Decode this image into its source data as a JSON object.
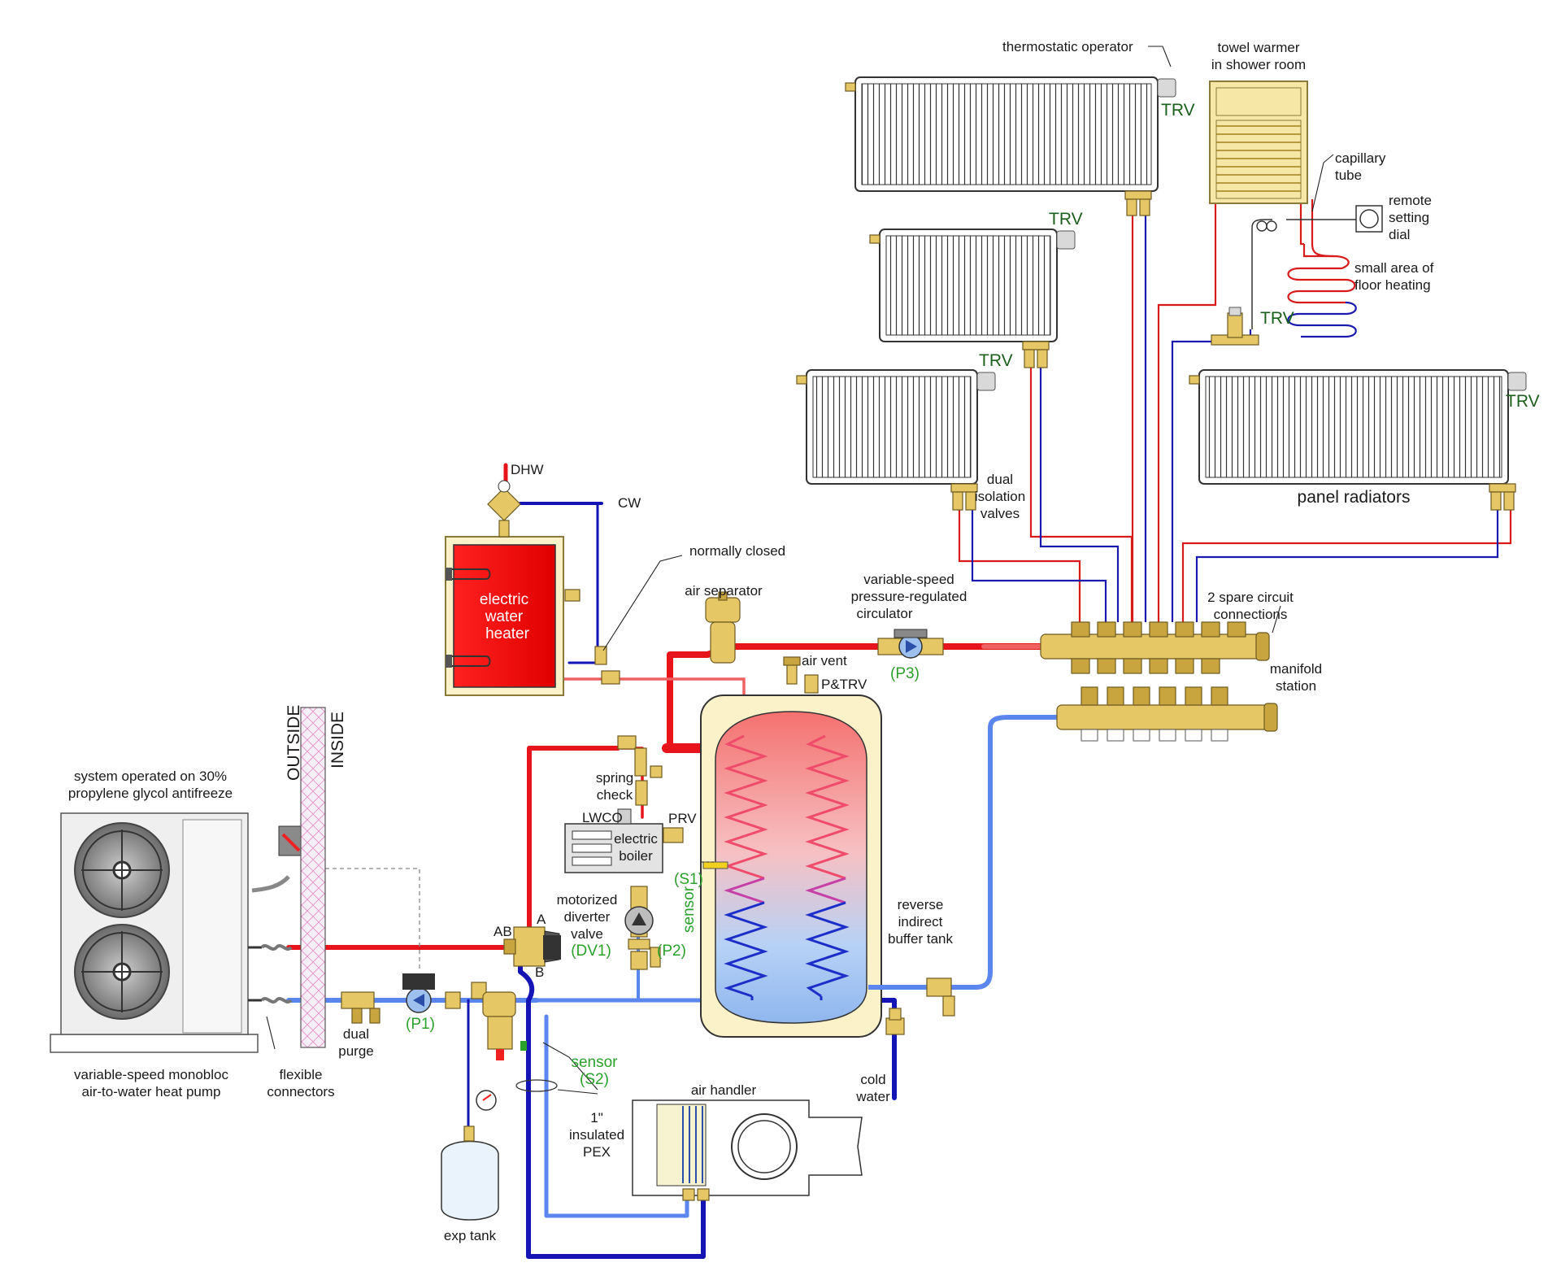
{
  "labels": {
    "thermostatic_operator": "thermostatic operator",
    "towel_warmer_1": "towel warmer",
    "towel_warmer_2": "in shower room",
    "capillary_1": "capillary",
    "capillary_2": "tube",
    "remote_dial_1": "remote",
    "remote_dial_2": "setting",
    "remote_dial_3": "dial",
    "floor_heat_1": "small area of",
    "floor_heat_2": "floor heating",
    "dhw": "DHW",
    "cw": "CW",
    "normally_closed": "normally closed",
    "air_separator": "air separator",
    "vs_circ_1": "variable-speed",
    "vs_circ_2": "pressure-regulated",
    "vs_circ_3": "circulator",
    "dual_iso_1": "dual",
    "dual_iso_2": "isolation",
    "dual_iso_3": "valves",
    "panel_radiators": "panel radiators",
    "spare_1": "2 spare  circuit",
    "spare_2": "connections",
    "manifold_1": "manifold",
    "manifold_2": "station",
    "air_vent": "air vent",
    "ptrv": "P&TRV",
    "ewh_1": "electric",
    "ewh_2": "water",
    "ewh_3": "heater",
    "outside": "OUTSIDE",
    "inside": "INSIDE",
    "glycol_1": "system operated on 30%",
    "glycol_2": "propylene glycol antifreeze",
    "spring_check_1": "spring",
    "spring_check_2": "check",
    "lwco": "LWCO",
    "prv": "PRV",
    "eboiler_1": "electric",
    "eboiler_2": "boiler",
    "s1": "(S1)",
    "sensor": "sensor",
    "dv_1": "motorized",
    "dv_2": "diverter",
    "dv_3": "valve",
    "dv1": "(DV1)",
    "port_ab": "AB",
    "port_a": "A",
    "port_b": "B",
    "p2": "(P2)",
    "rib_1": "reverse",
    "rib_2": "indirect",
    "rib_3": "buffer tank",
    "p1": "(P1)",
    "dual_purge_1": "dual",
    "dual_purge_2": "purge",
    "hp_1": "variable-speed monobloc",
    "hp_2": "air-to-water heat pump",
    "flex_1": "flexible",
    "flex_2": "connectors",
    "sensor_s2_1": "sensor",
    "sensor_s2_2": "(S2)",
    "pex_1": "1\"",
    "pex_2": "insulated",
    "pex_3": "PEX",
    "air_handler": "air handler",
    "cold_water_1": "cold",
    "cold_water_2": "water",
    "exp_tank": "exp tank",
    "p3": "(P3)",
    "trv": "TRV"
  },
  "colors": {
    "supply_hot": "#e8141c",
    "return_cold": "#1414b4",
    "return_cool": "#5a86ee",
    "brass": "#e6c766",
    "sensor_text": "#2aa12a",
    "trv_text": "#1c5f1c"
  }
}
